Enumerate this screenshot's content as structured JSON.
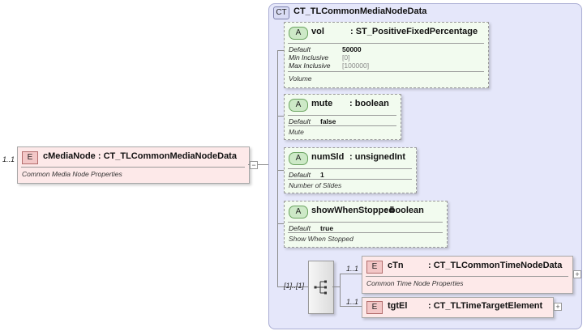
{
  "root": {
    "cardinality": "1..1",
    "badge": "E",
    "name": "cMediaNode : CT_TLCommonMediaNodeData",
    "doc": "Common Media Node Properties",
    "collapse": "−"
  },
  "complex_type": {
    "badge": "CT",
    "name": "CT_TLCommonMediaNodeData"
  },
  "attributes": [
    {
      "badge": "A",
      "name": "vol",
      "type": ": ST_PositiveFixedPercentage",
      "facets": [
        {
          "label": "Default",
          "value": "50000"
        },
        {
          "label": "Min Inclusive",
          "value": "[0]"
        },
        {
          "label": "Max Inclusive",
          "value": "[100000]"
        }
      ],
      "doc": "Volume"
    },
    {
      "badge": "A",
      "name": "mute",
      "type": ": boolean",
      "facets": [
        {
          "label": "Default",
          "value": "false"
        }
      ],
      "doc": "Mute"
    },
    {
      "badge": "A",
      "name": "numSld",
      "type": ": unsignedInt",
      "facets": [
        {
          "label": "Default",
          "value": "1"
        }
      ],
      "doc": "Number of Slides"
    },
    {
      "badge": "A",
      "name": "showWhenStopped",
      "type": ": boolean",
      "facets": [
        {
          "label": "Default",
          "value": "true"
        }
      ],
      "doc": "Show When Stopped"
    }
  ],
  "sequence": {
    "cardinality": "[1]..[1]"
  },
  "children": [
    {
      "cardinality": "1..1",
      "badge": "E",
      "name": "cTn",
      "type": ": CT_TLCommonTimeNodeData",
      "doc": "Common Time Node Properties",
      "expand": "+"
    },
    {
      "cardinality": "1..1",
      "badge": "E",
      "name": "tgtEl",
      "type": ": CT_TLTimeTargetElement",
      "expand": "+"
    }
  ]
}
